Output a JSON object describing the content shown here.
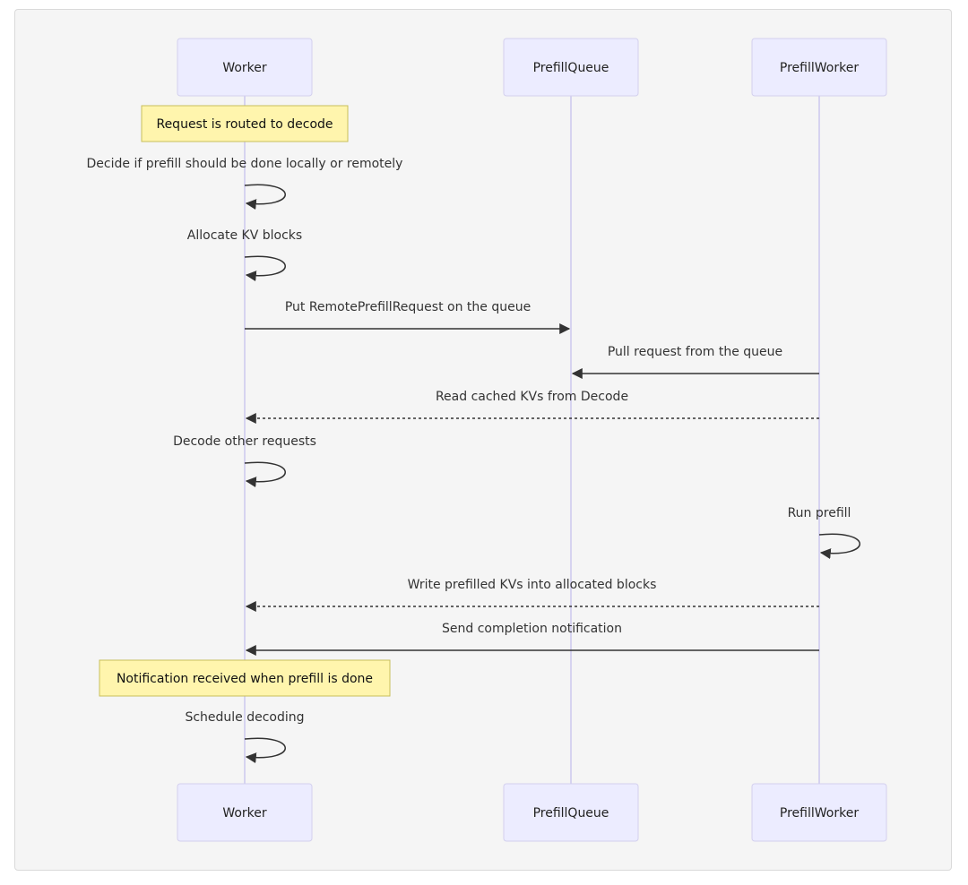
{
  "actors": [
    {
      "id": "worker",
      "label": "Worker"
    },
    {
      "id": "queue",
      "label": "PrefillQueue"
    },
    {
      "id": "pworker",
      "label": "PrefillWorker"
    }
  ],
  "steps": [
    {
      "type": "note",
      "over": "worker",
      "text": "Request is routed to decode"
    },
    {
      "type": "self",
      "actor": "worker",
      "text": "Decide if prefill should be done locally or remotely"
    },
    {
      "type": "self",
      "actor": "worker",
      "text": "Allocate KV blocks"
    },
    {
      "type": "msg",
      "from": "worker",
      "to": "queue",
      "style": "solid",
      "text": "Put RemotePrefillRequest on the queue"
    },
    {
      "type": "msg",
      "from": "pworker",
      "to": "queue",
      "style": "solid",
      "text": "Pull request from the queue"
    },
    {
      "type": "msg",
      "from": "pworker",
      "to": "worker",
      "style": "dotted",
      "text": "Read cached KVs from Decode"
    },
    {
      "type": "self",
      "actor": "worker",
      "text": "Decode other requests"
    },
    {
      "type": "self",
      "actor": "pworker",
      "text": "Run prefill"
    },
    {
      "type": "msg",
      "from": "pworker",
      "to": "worker",
      "style": "dotted",
      "text": "Write prefilled KVs into allocated blocks"
    },
    {
      "type": "msg",
      "from": "pworker",
      "to": "worker",
      "style": "solid",
      "text": "Send completion notification"
    },
    {
      "type": "note",
      "over": "worker",
      "text": "Notification received when prefill is done"
    },
    {
      "type": "self",
      "actor": "worker",
      "text": "Schedule decoding"
    }
  ]
}
